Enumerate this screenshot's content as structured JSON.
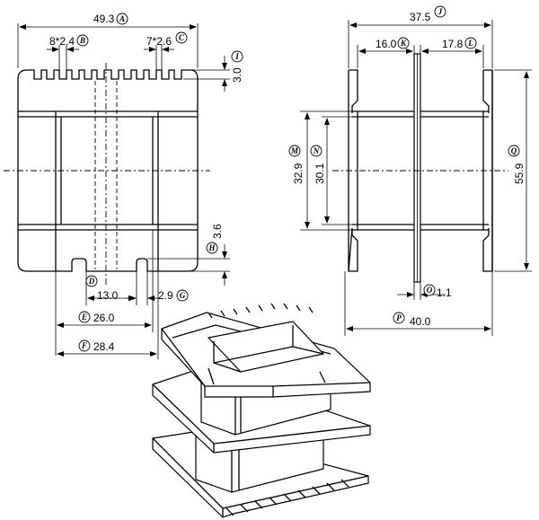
{
  "dimensions": {
    "A": {
      "value": "49.3",
      "letter": "A"
    },
    "B": {
      "value": "8*2.4",
      "letter": "B"
    },
    "C": {
      "value": "7*2.6",
      "letter": "C"
    },
    "I": {
      "value": "3.0",
      "letter": "I"
    },
    "H": {
      "value": "3.6",
      "letter": "H"
    },
    "D": {
      "value": "13.0",
      "letter": "D"
    },
    "G": {
      "value": "2.9",
      "letter": "G"
    },
    "E": {
      "value": "26.0",
      "letter": "E"
    },
    "F": {
      "value": "28.4",
      "letter": "F"
    },
    "J": {
      "value": "37.5",
      "letter": "J"
    },
    "K": {
      "value": "16.0",
      "letter": "K"
    },
    "L": {
      "value": "17.8",
      "letter": "L"
    },
    "M": {
      "value": "32.9",
      "letter": "M"
    },
    "N": {
      "value": "30.1",
      "letter": "N"
    },
    "Q": {
      "value": "55.9",
      "letter": "Q"
    },
    "O": {
      "value": "1.1",
      "letter": "O"
    },
    "P": {
      "value": "40.0",
      "letter": "P"
    }
  }
}
